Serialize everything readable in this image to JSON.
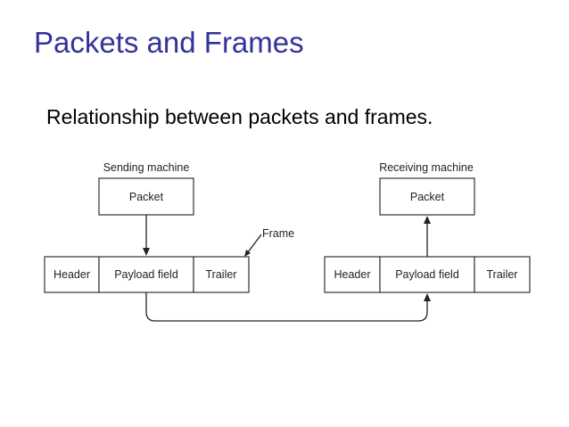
{
  "slide": {
    "title": "Packets and Frames",
    "subtitle": "Relationship between packets and frames."
  },
  "diagram": {
    "sender_label": "Sending machine",
    "receiver_label": "Receiving machine",
    "packet_label": "Packet",
    "frame_label": "Frame",
    "frame_fields": [
      "Header",
      "Payload field",
      "Trailer"
    ]
  }
}
